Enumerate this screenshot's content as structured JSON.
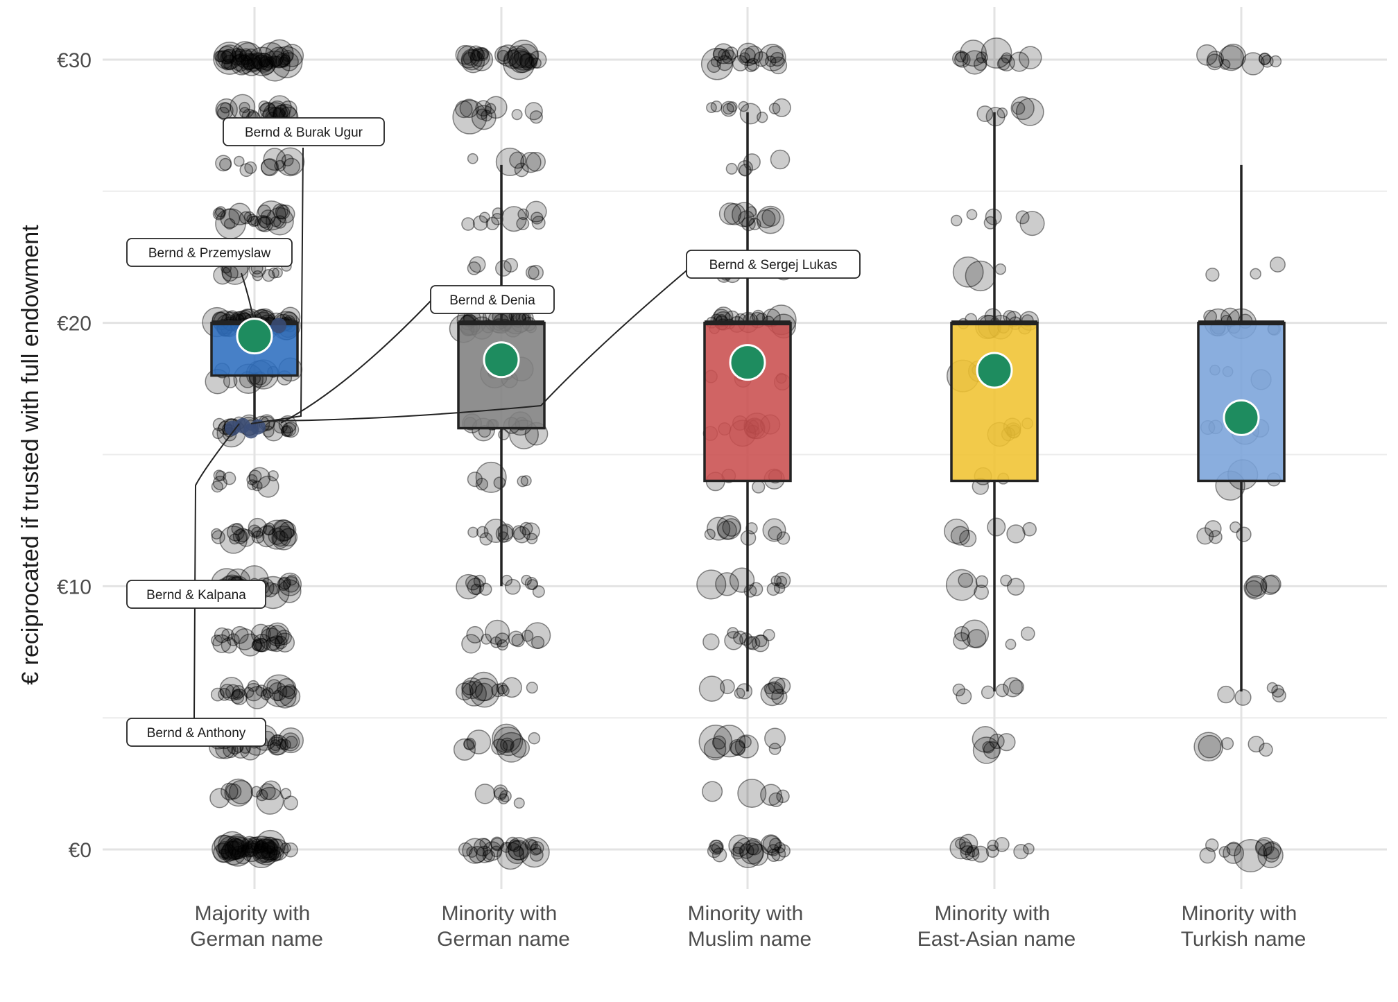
{
  "chart_data": {
    "type": "box",
    "ylabel": "€ reciprocated if trusted with full endowment",
    "ylim": [
      -1.5,
      32
    ],
    "y_ticks": [
      {
        "value": 0,
        "label": "€0"
      },
      {
        "value": 10,
        "label": "€10"
      },
      {
        "value": 20,
        "label": "€20"
      },
      {
        "value": 30,
        "label": "€30"
      }
    ],
    "y_minor_ticks": [
      5,
      15,
      25
    ],
    "grid": true,
    "categories": [
      {
        "line1": "Majority with",
        "line2": "German name",
        "color": "#2e6ebf",
        "box": {
          "whisker_low": 16,
          "q1": 18,
          "median": 20,
          "q3": 20,
          "whisker_high": 20
        },
        "mean": 19.5,
        "point_levels": [
          0,
          2,
          4,
          6,
          8,
          10,
          12,
          14,
          16,
          18,
          20,
          22,
          24,
          26,
          28,
          30
        ],
        "point_density": 24
      },
      {
        "line1": "Minority with",
        "line2": "German name",
        "color": "#7f7f7f",
        "box": {
          "whisker_low": 10,
          "q1": 16,
          "median": 20,
          "q3": 20,
          "whisker_high": 26
        },
        "mean": 18.6,
        "point_levels": [
          0,
          2,
          4,
          6,
          8,
          10,
          12,
          14,
          16,
          18,
          20,
          22,
          24,
          26,
          28,
          30
        ],
        "point_density": 12
      },
      {
        "line1": "Minority with",
        "line2": "Muslim name",
        "color": "#c94f4f",
        "box": {
          "whisker_low": 6,
          "q1": 14,
          "median": 20,
          "q3": 20,
          "whisker_high": 28
        },
        "mean": 18.5,
        "point_levels": [
          0,
          2,
          4,
          6,
          8,
          10,
          12,
          14,
          16,
          18,
          20,
          22,
          24,
          26,
          28,
          30
        ],
        "point_density": 10
      },
      {
        "line1": "Minority with",
        "line2": "East-Asian name",
        "color": "#f0c331",
        "box": {
          "whisker_low": 6,
          "q1": 14,
          "median": 20,
          "q3": 20,
          "whisker_high": 28
        },
        "mean": 18.2,
        "point_levels": [
          0,
          4,
          6,
          8,
          10,
          12,
          14,
          16,
          18,
          20,
          22,
          24,
          28,
          30
        ],
        "point_density": 6
      },
      {
        "line1": "Minority with",
        "line2": "Turkish name",
        "color": "#7aa3da",
        "box": {
          "whisker_low": 6,
          "q1": 14,
          "median": 20,
          "q3": 20,
          "whisker_high": 26
        },
        "mean": 16.4,
        "point_levels": [
          0,
          4,
          6,
          10,
          12,
          14,
          16,
          18,
          20,
          22,
          30
        ],
        "point_density": 5
      }
    ],
    "mean_marker_color": "#1e8c5f",
    "highlight_point_color": "#3b4d78",
    "annotations": [
      {
        "label": "Bernd & Burak Ugur",
        "value": 16
      },
      {
        "label": "Bernd & Przemyslaw",
        "value": 19.5
      },
      {
        "label": "Bernd & Denia",
        "value": 16
      },
      {
        "label": "Bernd & Sergej Lukas",
        "value": 16
      },
      {
        "label": "Bernd & Kalpana",
        "value": 16
      },
      {
        "label": "Bernd & Anthony",
        "value": 16
      }
    ]
  }
}
